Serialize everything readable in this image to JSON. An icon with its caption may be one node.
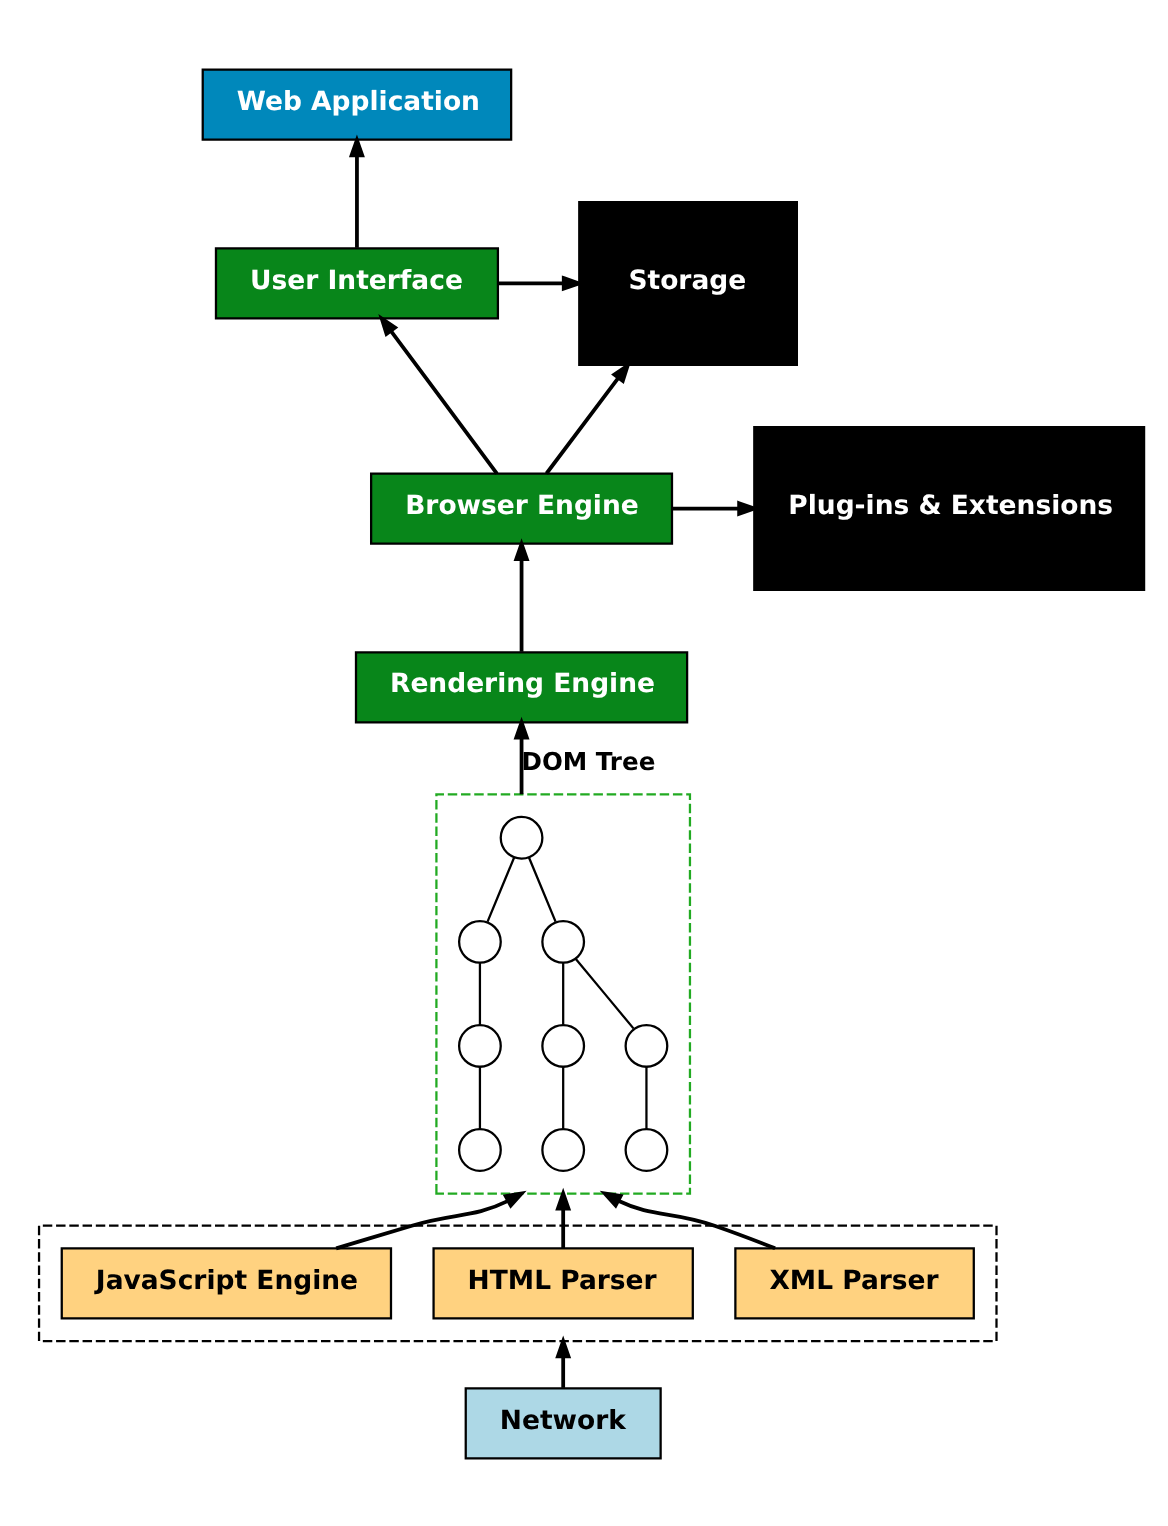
{
  "diagram": {
    "nodes": [
      {
        "text": [
          "Web Application"
        ]
      },
      {
        "text": [
          "User Interface"
        ]
      },
      {
        "text": [
          "Storage"
        ]
      },
      {
        "text": [
          "Browser Engine"
        ]
      },
      {
        "text": [
          "Plug-ins & Extensions"
        ]
      },
      {
        "text": [
          "Rendering Engine"
        ]
      },
      {
        "text": [],
        "shape": "box"
      },
      {
        "text": [],
        "shape": "circle",
        "in": 6
      },
      {
        "text": [],
        "shape": "circle",
        "in": 6
      },
      {
        "text": [],
        "shape": "circle",
        "in": 6
      },
      {
        "text": [],
        "shape": "circle",
        "in": 6
      },
      {
        "text": [],
        "shape": "circle",
        "in": 6
      },
      {
        "text": [],
        "shape": "circle",
        "in": 6
      },
      {
        "text": [],
        "shape": "circle",
        "in": 6
      },
      {
        "text": [],
        "shape": "circle",
        "in": 6
      },
      {
        "text": [],
        "shape": "circle",
        "in": 6
      },
      {
        "text": [],
        "shape": "box"
      },
      {
        "text": [
          "JavaScript Engine"
        ],
        "in": 16
      },
      {
        "text": [
          "HTML Parser"
        ],
        "in": 16
      },
      {
        "text": [
          "XML Parser"
        ],
        "in": 16
      },
      {
        "text": [
          "Network"
        ]
      }
    ],
    "edges": [
      {
        "from": 1,
        "to": 0,
        "arrow": "to"
      },
      {
        "from": 1,
        "to": 2,
        "arrow": "to"
      },
      {
        "from": 3,
        "to": 2,
        "arrow": "to"
      },
      {
        "from": 3,
        "to": 4,
        "arrow": "to"
      },
      {
        "from": 3,
        "to": 1,
        "arrow": "to"
      },
      {
        "from": 5,
        "to": 3,
        "arrow": "to"
      },
      {
        "from": 6,
        "to": 5,
        "arrow": "to",
        "label": "DOM Tree"
      },
      {
        "from": 8,
        "to": 7,
        "arrow": "none"
      },
      {
        "from": 9,
        "to": 7,
        "arrow": "none"
      },
      {
        "from": 10,
        "to": 8,
        "arrow": "none"
      },
      {
        "from": 11,
        "to": 8,
        "arrow": "none"
      },
      {
        "from": 12,
        "to": 9,
        "arrow": "none"
      },
      {
        "from": 13,
        "to": 10,
        "arrow": "none"
      },
      {
        "from": 14,
        "to": 11,
        "arrow": "none"
      },
      {
        "from": 15,
        "to": 12,
        "arrow": "none"
      },
      {
        "from": 17,
        "to": 6,
        "arrow": "to"
      },
      {
        "from": 18,
        "to": 6,
        "arrow": "to"
      },
      {
        "from": 19,
        "to": 6,
        "arrow": "to"
      },
      {
        "from": 20,
        "to": 16,
        "arrow": "to"
      }
    ]
  }
}
